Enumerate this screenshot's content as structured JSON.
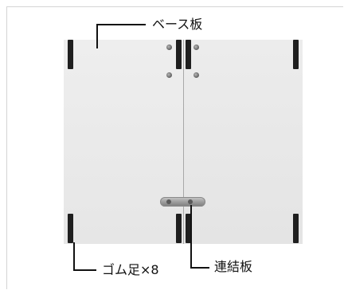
{
  "labels": {
    "base_board": "ベース板",
    "rubber_feet": "ゴム足×8",
    "connecting_plate": "連結板"
  }
}
